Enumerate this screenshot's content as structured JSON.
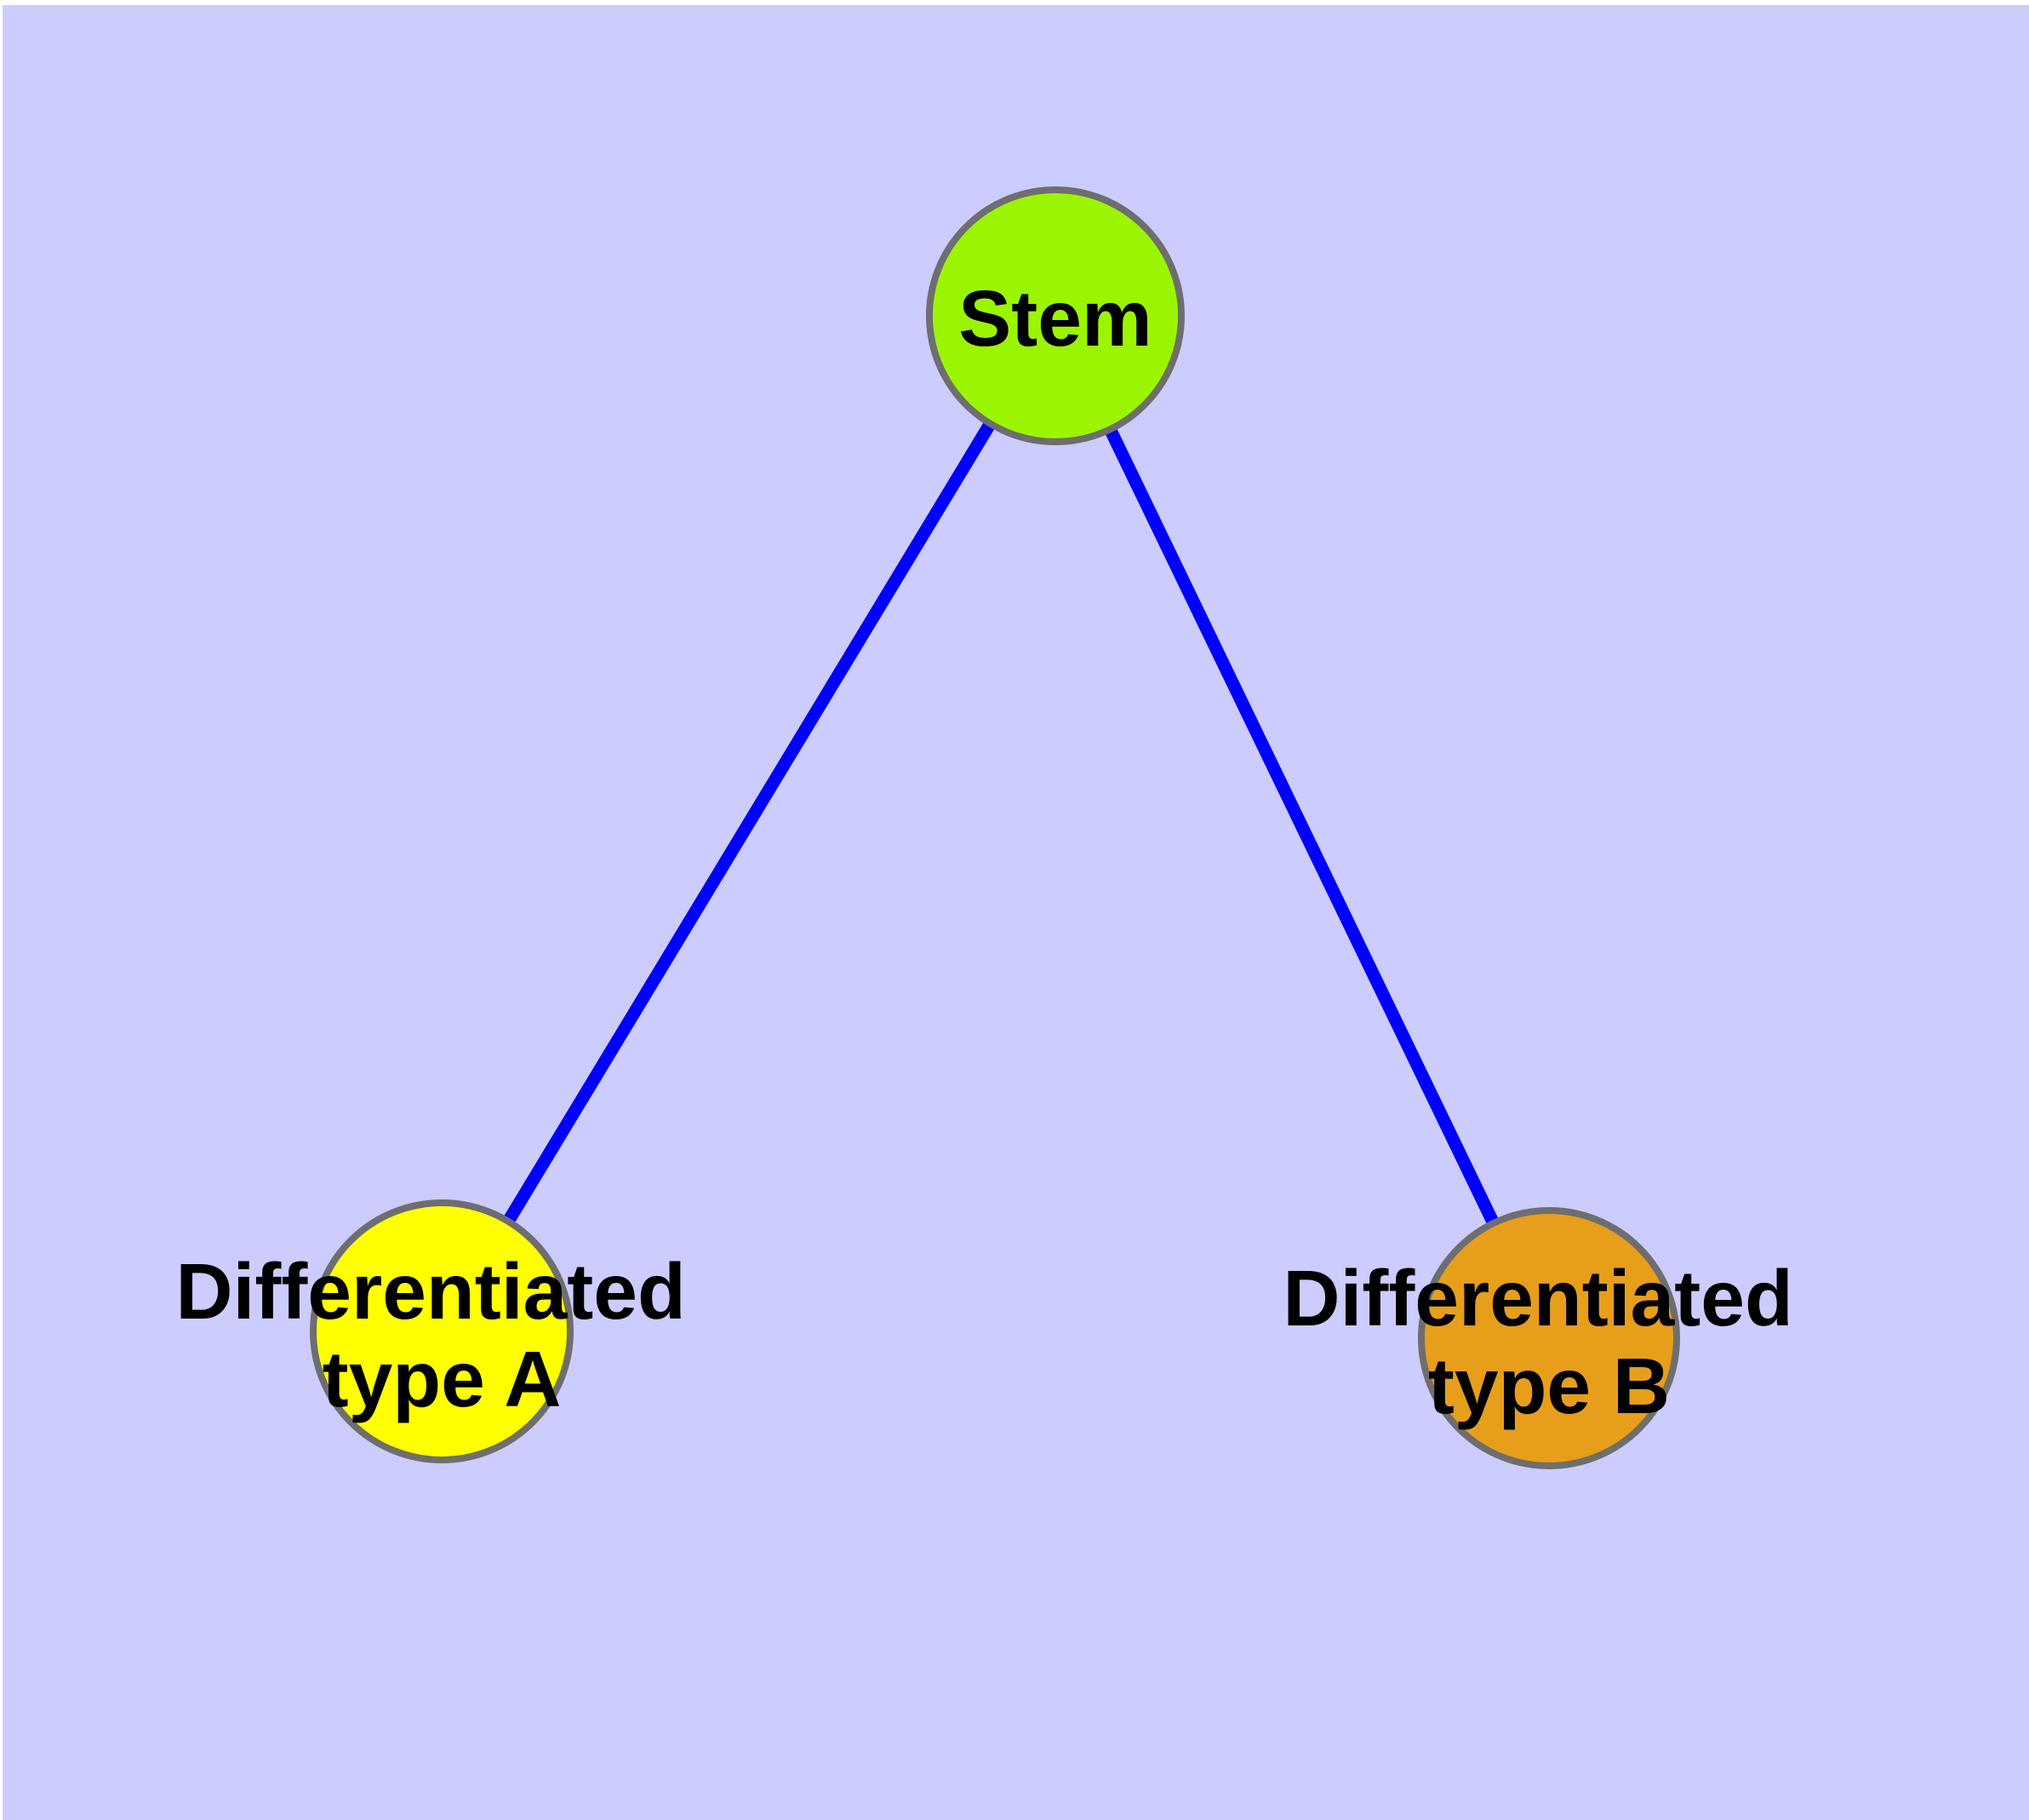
{
  "diagram": {
    "description": "Stem cell differentiation graph",
    "canvas": {
      "background_color": "#CCCCFF",
      "frame_color": "#FFFFFF"
    },
    "styles": {
      "edge_color": "#0000FF",
      "node_border_color": "#6E6E6E",
      "label_color": "#000000",
      "stem_fill": "#9CF500",
      "type_a_fill": "#FFFF00",
      "type_b_fill": "#E79E1B"
    },
    "nodes": {
      "stem": {
        "label": "Stem",
        "fill": "#9CF500"
      },
      "type_a": {
        "line1": "Differentiated",
        "line2": "type A",
        "fill": "#FFFF00"
      },
      "type_b": {
        "line1": "Differentiated",
        "line2": "type B",
        "fill": "#E79E1B"
      }
    },
    "edges": [
      {
        "from": "Stem",
        "to": "Differentiated type A"
      },
      {
        "from": "Stem",
        "to": "Differentiated type B"
      }
    ]
  }
}
